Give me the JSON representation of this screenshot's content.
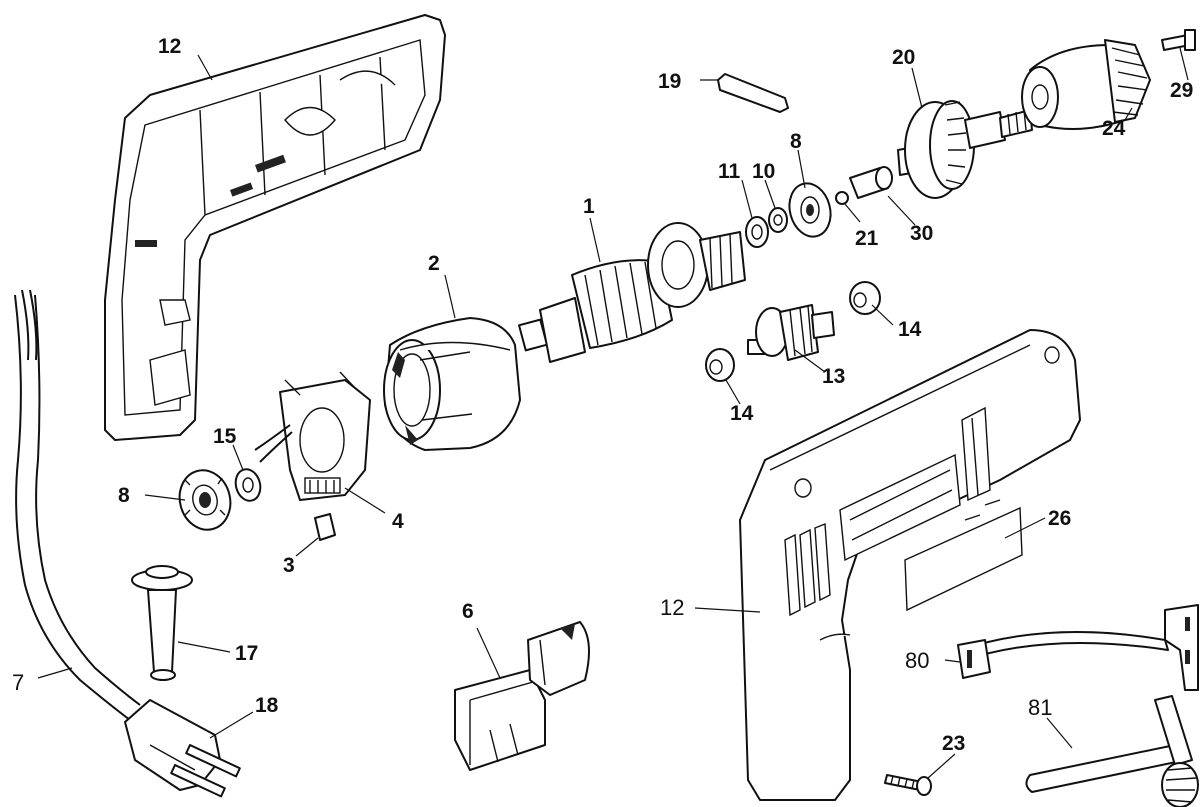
{
  "diagram": {
    "labels": {
      "p1": "1",
      "p2": "2",
      "p3": "3",
      "p4": "4",
      "p6": "6",
      "p7": "7",
      "p8a": "8",
      "p8b": "8",
      "p10": "10",
      "p11": "11",
      "p12a": "12",
      "p12b": "12",
      "p13": "13",
      "p14a": "14",
      "p14b": "14",
      "p15": "15",
      "p17": "17",
      "p18": "18",
      "p19": "19",
      "p20": "20",
      "p21": "21",
      "p23": "23",
      "p24": "24",
      "p26": "26",
      "p29": "29",
      "p30": "30",
      "p80": "80",
      "p81": "81"
    }
  }
}
